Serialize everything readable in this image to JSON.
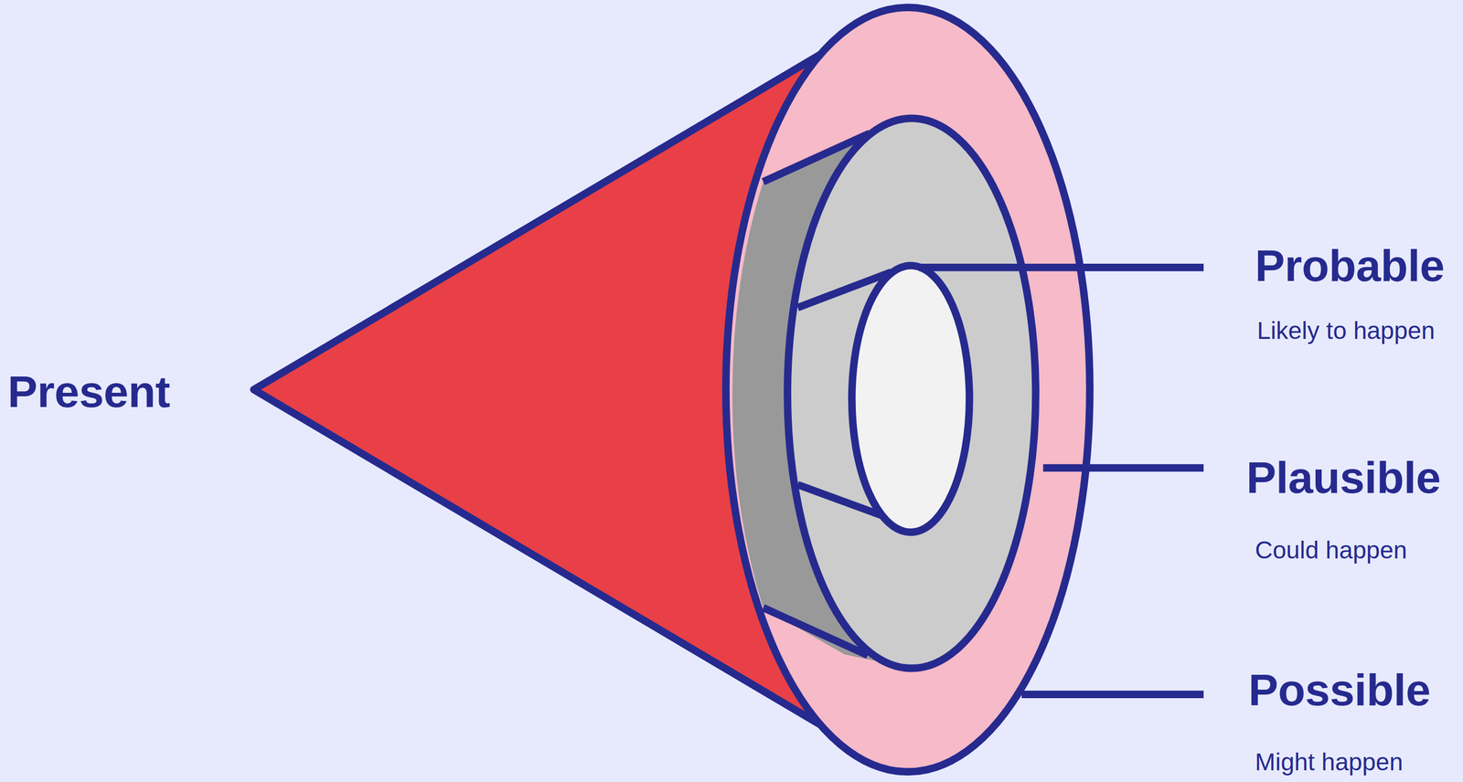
{
  "diagram": {
    "labels": [
      "Present",
      "Probable",
      "Likely to happen",
      "Plausible",
      "Could happen",
      "Possible",
      "Might happen"
    ]
  }
}
